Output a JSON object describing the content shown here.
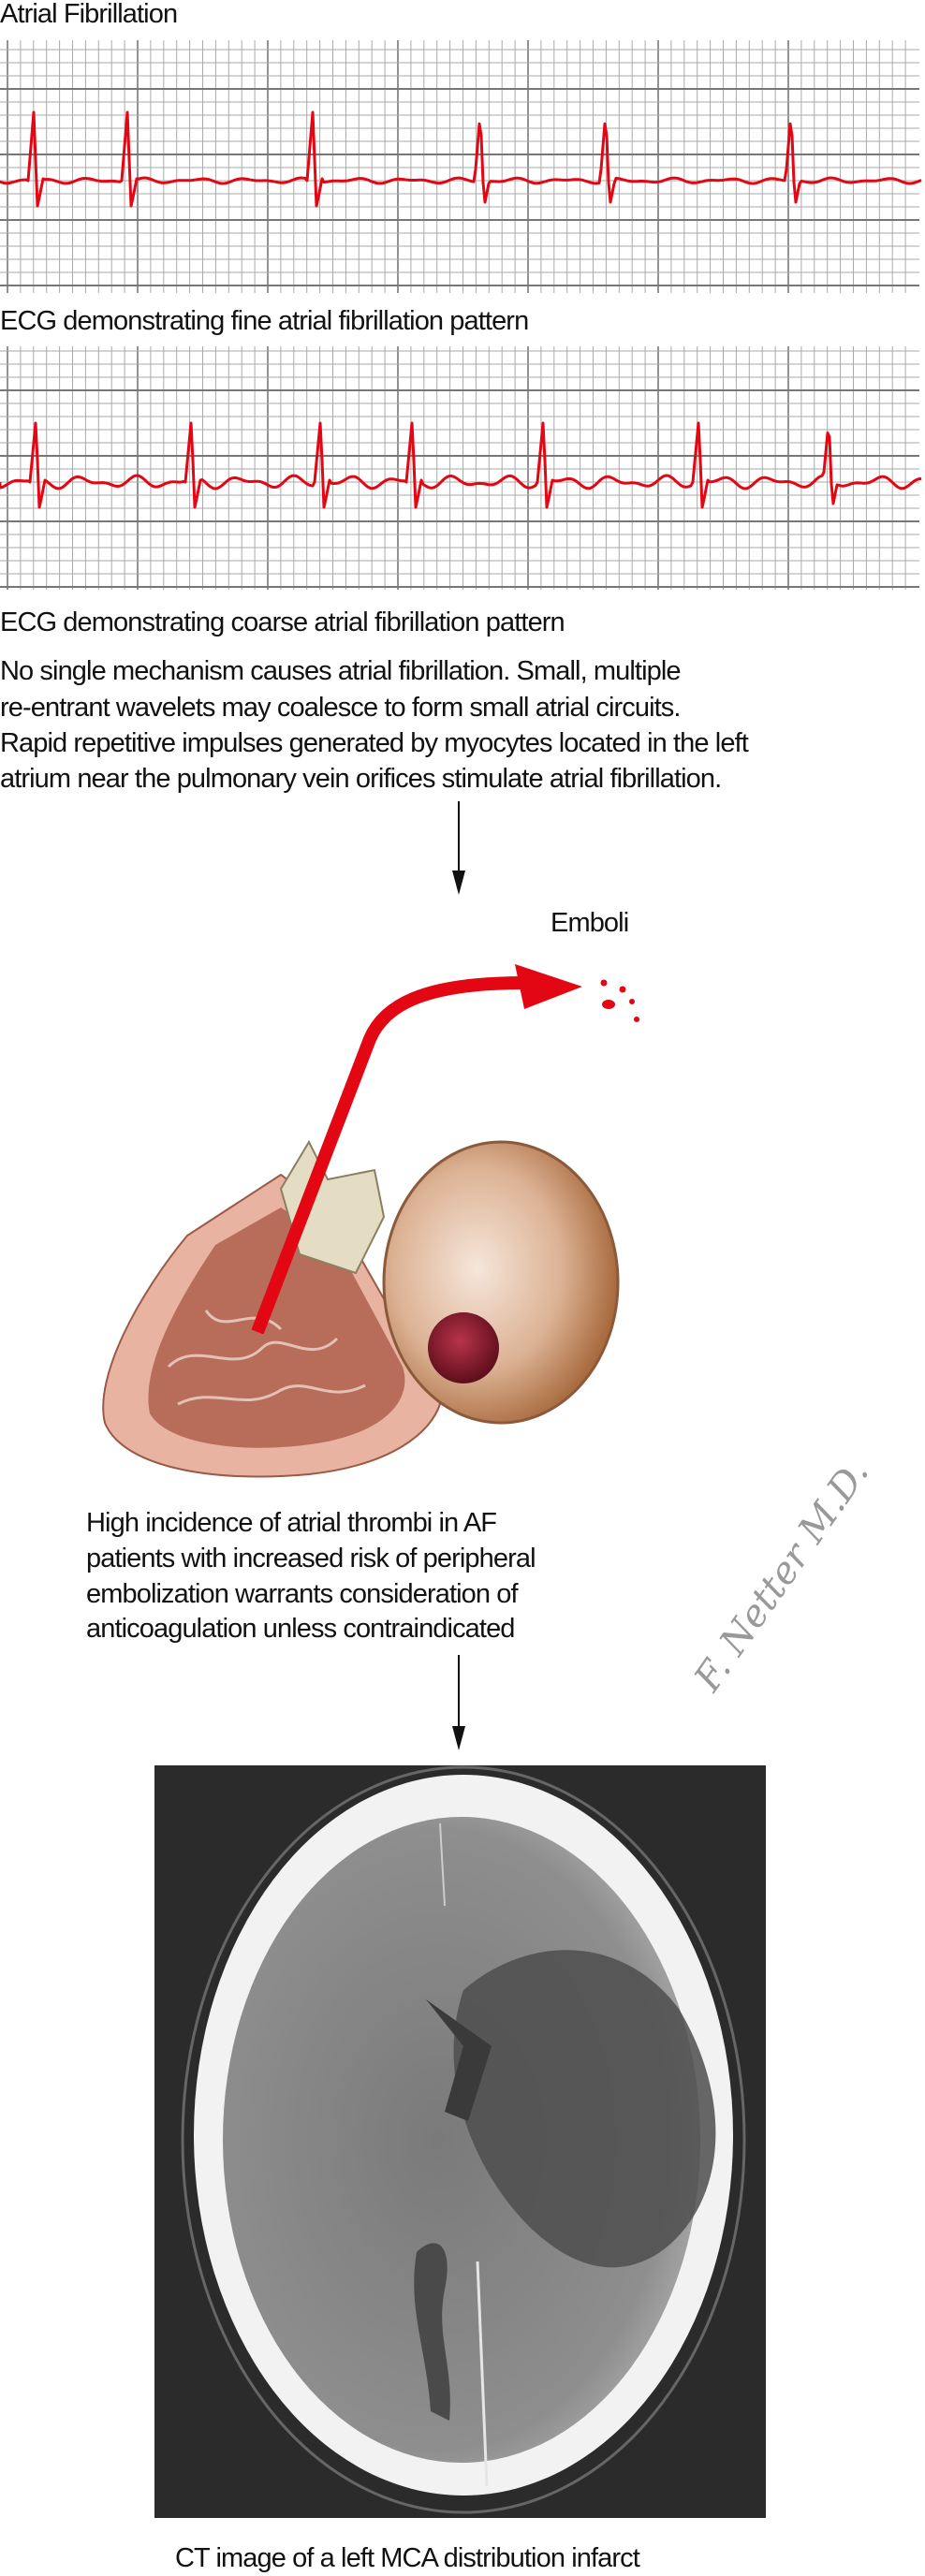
{
  "title": "Atrial Fibrillation",
  "ecg_fine": {
    "caption": "ECG demonstrating fine atrial fibrillation pattern"
  },
  "ecg_coarse": {
    "caption": "ECG demonstrating coarse atrial fibrillation pattern"
  },
  "mechanism_text": [
    "No single mechanism causes atrial fibrillation. Small, multiple",
    "re-entrant wavelets may coalesce to form small atrial circuits.",
    "Rapid repetitive impulses generated by myocytes located in the left",
    "atrium near the pulmonary vein orifices stimulate atrial fibrillation."
  ],
  "emboli_label": "Emboli",
  "thrombi_text": [
    "High incidence of atrial thrombi in AF",
    "patients with increased risk of peripheral",
    "embolization warrants consideration of",
    "anticoagulation unless contraindicated"
  ],
  "signature": "F. Netter M.D.",
  "ct_caption": "CT image of a left MCA distribution infarct",
  "colors": {
    "ecg_trace": "#e30613",
    "grid_major": "#777777",
    "grid_minor": "#aaaaaa",
    "arrow_red": "#e30613",
    "thrombus": "#8b1a2a"
  }
}
